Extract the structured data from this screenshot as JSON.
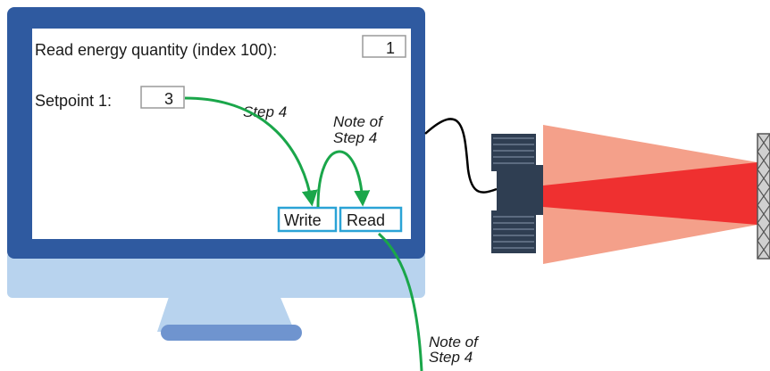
{
  "screen": {
    "read_label": "Read energy quantity (index 100):",
    "read_value": "1",
    "setpoint_label": "Setpoint 1:",
    "setpoint_value": "3",
    "write_button": "Write",
    "read_button": "Read"
  },
  "annotations": {
    "step4": "Step 4",
    "note_line1": "Note of",
    "note_line2": "Step 4",
    "bottom_note_line1": "Note of",
    "bottom_note_line2": "Step 4"
  },
  "colors": {
    "monitor_frame": "#2f5aa0",
    "monitor_stand": "#b8d3ee",
    "stand_base": "#6f94cf",
    "arrow_green": "#1aa64a",
    "button_border": "#2aa3d6",
    "beam_outer": "#f4a08a",
    "beam_inner": "#ef3030",
    "sensor_body": "#2f3e52",
    "target": "#d0d0d0"
  }
}
